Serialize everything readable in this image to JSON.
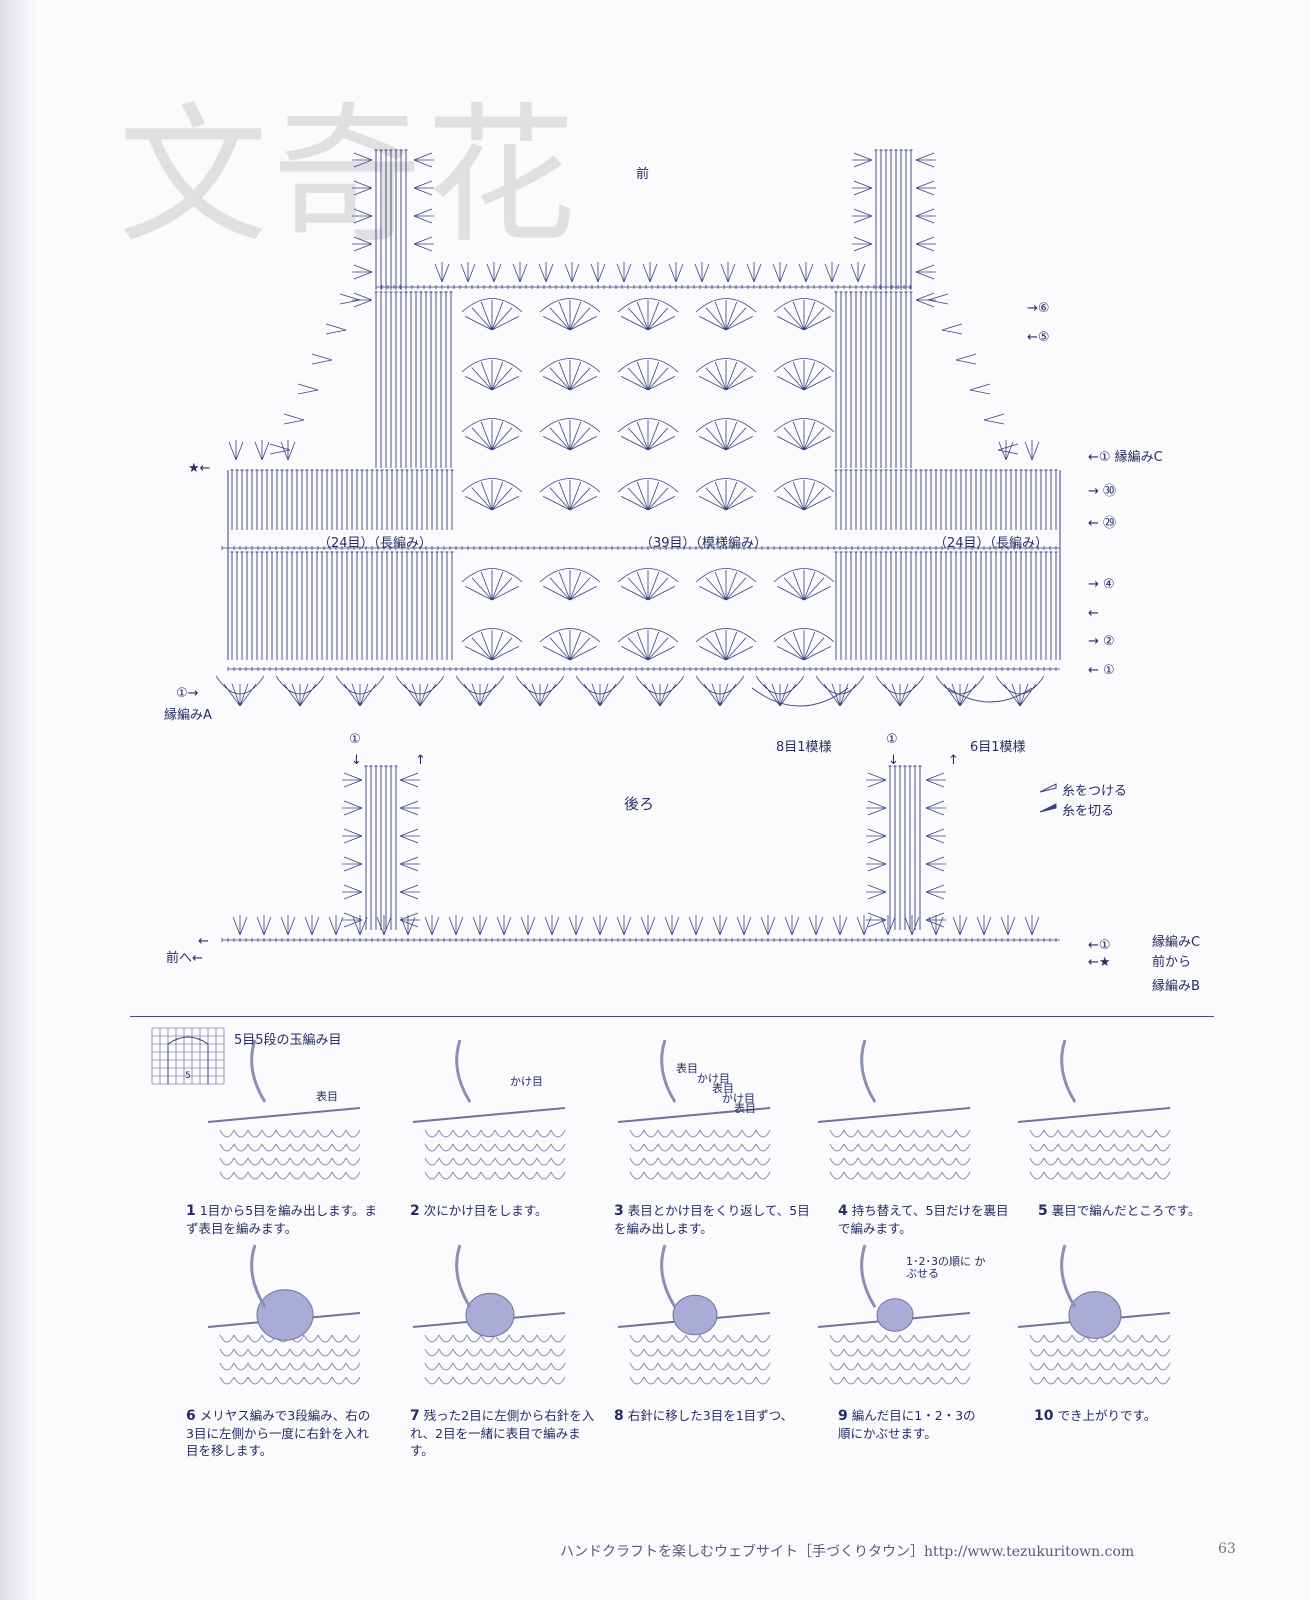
{
  "watermark": "文奇花",
  "chart": {
    "front_label": "前",
    "back_label": "後ろ",
    "row_markers": [
      "→⑥",
      "←⑤",
      "←① 縁編みC",
      "→ ㉚",
      "← ㉙",
      "→ ④",
      "←",
      "→ ②",
      "← ①"
    ],
    "left_start": "①→",
    "edging_a": "縁編みA",
    "star_left": "★←",
    "section_left": "（24目）（長編み）",
    "section_center": "（39目）（模様編み）",
    "section_right": "（24目）（長編み）",
    "pattern_8": "8目1模様",
    "pattern_6": "6目1模様",
    "strap_arrow_down": "↓",
    "strap_arrow_up": "↑",
    "strap_num_left": "①",
    "strap_num_right": "①",
    "legend_attach": "糸をつける",
    "legend_cut": "糸を切る",
    "bottom_arrow_left": "←",
    "bottom_to_front": "前へ←",
    "bottom_right_marker": "←①",
    "bottom_right_star": "←★",
    "edging_c": "縁編みC",
    "from_front": "前から",
    "edging_b": "縁編みB"
  },
  "tutorial": {
    "title": "5目5段の玉編み目",
    "grid_number": "5",
    "callouts": {
      "s1": "表目",
      "s2": "かけ目",
      "s3a": "表目",
      "s3b": "かけ目",
      "s3c": "表目",
      "s3d": "かけ目",
      "s3e": "表目",
      "s9": "1･2･3の順に かぶせる"
    },
    "steps": [
      {
        "n": "1",
        "text": "1目から5目を編み出します。まず表目を編みます。"
      },
      {
        "n": "2",
        "text": "次にかけ目をします。"
      },
      {
        "n": "3",
        "text": "表目とかけ目をくり返して、5目を編み出します。"
      },
      {
        "n": "4",
        "text": "持ち替えて、5目だけを裏目で編みます。"
      },
      {
        "n": "5",
        "text": "裏目で編んだところです。"
      },
      {
        "n": "6",
        "text": "メリヤス編みで3段編み、右の3目に左側から一度に右針を入れ目を移します。"
      },
      {
        "n": "7",
        "text": "残った2目に左側から右針を入れ、2目を一緒に表目で編みます。"
      },
      {
        "n": "8",
        "text": "右針に移した3目を1目ずつ、"
      },
      {
        "n": "9",
        "text": "編んだ目に1・2・3の順にかぶせます。"
      },
      {
        "n": "10",
        "text": "でき上がりです。"
      }
    ]
  },
  "footer": "ハンドクラフトを楽しむウェブサイト［手づくりタウン］http://www.tezukuritown.com",
  "page_number": "63"
}
